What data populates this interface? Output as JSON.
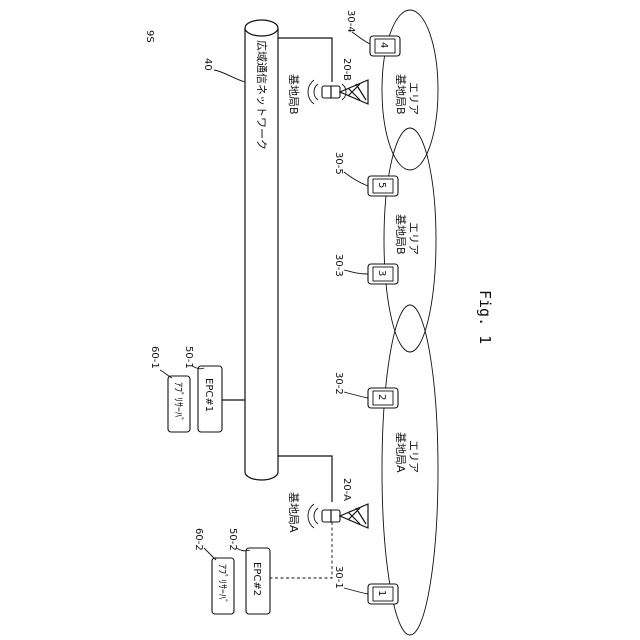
{
  "figure": {
    "sheet_id": "9S",
    "caption": "Fig. 1"
  },
  "network": {
    "ref": "40",
    "label": "広域通信ネットワーク"
  },
  "base_stations": [
    {
      "ref": "20-A",
      "label": "基地局A"
    },
    {
      "ref": "20-B",
      "label": "基地局B"
    }
  ],
  "areas": [
    {
      "label_line1": "基地局A",
      "label_line2": "エリア"
    },
    {
      "label_line1": "基地局B",
      "label_line2": "エリア"
    },
    {
      "label_line1": "基地局B",
      "label_line2": "エリア"
    }
  ],
  "terminals": [
    {
      "ref": "30-1",
      "number": "1"
    },
    {
      "ref": "30-2",
      "number": "2"
    },
    {
      "ref": "30-3",
      "number": "3"
    },
    {
      "ref": "30-5",
      "number": "5"
    },
    {
      "ref": "30-4",
      "number": "4"
    }
  ],
  "servers": [
    {
      "epc_ref": "50-1",
      "epc_label": "EPC#1",
      "app_ref": "60-1",
      "app_label": "ｱﾌﾟﾘｻｰﾊﾞ"
    },
    {
      "epc_ref": "50-2",
      "epc_label": "EPC#2",
      "app_ref": "60-2",
      "app_label": "ｱﾌﾟﾘｻｰﾊﾞ"
    }
  ]
}
